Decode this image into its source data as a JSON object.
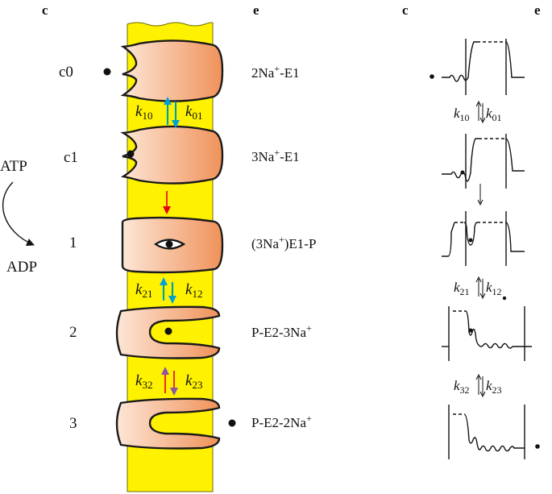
{
  "headers": {
    "left_c": "c",
    "left_e": "e",
    "right_c": "c",
    "right_e": "e"
  },
  "atp_cycle": {
    "atp": "ATP",
    "adp": "ADP"
  },
  "colors": {
    "membrane": "#fff200",
    "membrane_edge": "#6a6a00",
    "protein_light": "#fde6d6",
    "protein_dark": "#f0925a",
    "arrow_cyan": "#00a0e0",
    "arrow_green": "#00a651",
    "arrow_red": "#e3001b",
    "arrow_purple": "#8a57a6"
  },
  "states": [
    {
      "label": "c0",
      "species": [
        "2Na",
        "+",
        "-E1"
      ]
    },
    {
      "label": "c1",
      "species": [
        "3Na",
        "+",
        "-E1"
      ]
    },
    {
      "label": "1",
      "species": [
        "(3Na",
        "+",
        ")E1-P"
      ]
    },
    {
      "label": "2",
      "species": [
        "P-E2-3Na",
        "+",
        ""
      ]
    },
    {
      "label": "3",
      "species": [
        "P-E2-2Na",
        "+",
        ""
      ]
    }
  ],
  "rate_constants": [
    {
      "back": [
        "k",
        "10"
      ],
      "fwd": [
        "k",
        "01"
      ]
    },
    {
      "back": [
        "k",
        "21"
      ],
      "fwd": [
        "k",
        "12"
      ]
    },
    {
      "back": [
        "k",
        "32"
      ],
      "fwd": [
        "k",
        "23"
      ]
    }
  ]
}
